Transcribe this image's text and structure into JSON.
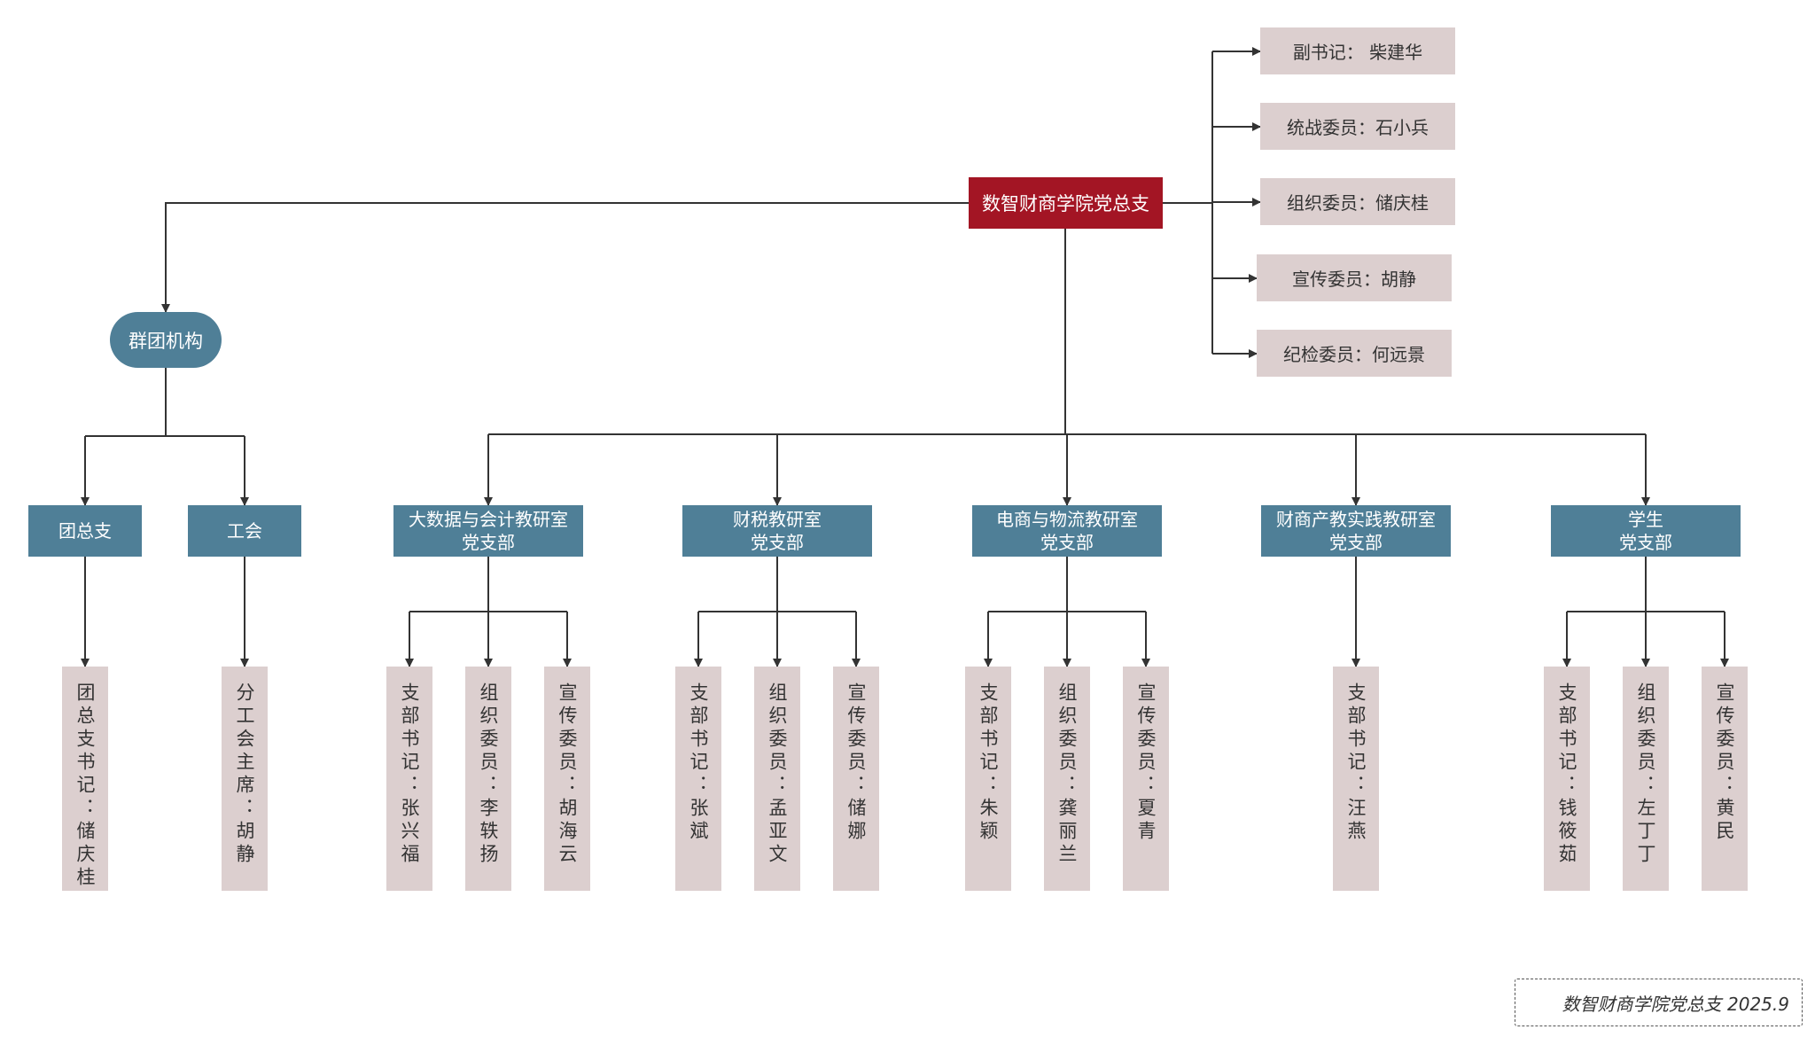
{
  "root": {
    "label": "数智财商学院党总支"
  },
  "committee": [
    {
      "label": "副书记：   柴建华"
    },
    {
      "label": "统战委员：石小兵"
    },
    {
      "label": "组织委员：储庆桂"
    },
    {
      "label": "宣传委员：胡静"
    },
    {
      "label": "纪检委员：何远景"
    }
  ],
  "mass_org": {
    "label": "群团机构",
    "units": [
      {
        "label": "团总支",
        "members": [
          "团总支书记：储庆桂"
        ]
      },
      {
        "label": "工会",
        "members": [
          "分工会主席：胡静"
        ]
      }
    ]
  },
  "branches": [
    {
      "label": "大数据与会计教研室\n党支部",
      "members": [
        "支部书记：张兴福",
        "组织委员：李轶扬",
        "宣传委员：胡海云"
      ]
    },
    {
      "label": "财税教研室\n党支部",
      "members": [
        "支部书记：张斌",
        "组织委员：孟亚文",
        "宣传委员：储娜"
      ]
    },
    {
      "label": "电商与物流教研室\n党支部",
      "members": [
        "支部书记：朱颖",
        "组织委员：龚丽兰",
        "宣传委员：夏青"
      ]
    },
    {
      "label": "财商产教实践教研室\n党支部",
      "members": [
        "支部书记：汪燕"
      ]
    },
    {
      "label": "学生\n党支部",
      "members": [
        "支部书记：钱筱茹",
        "组织委员：左丁丁",
        "宣传委员：黄民"
      ]
    }
  ],
  "footer": {
    "label": "数智财商学院党总支  2025.9"
  }
}
